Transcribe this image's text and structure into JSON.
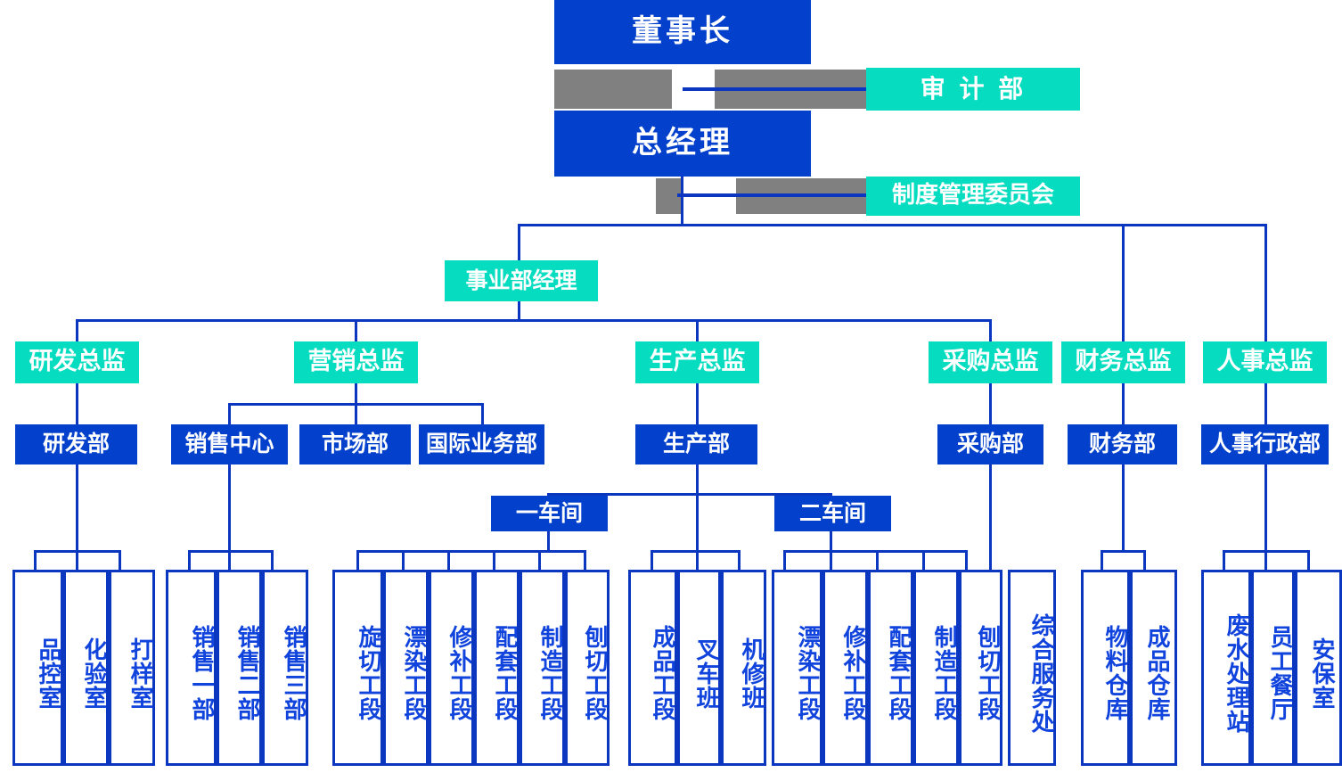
{
  "chart": {
    "title_chairman": "董事长",
    "title_gm": "总经理",
    "staff": {
      "audit": "审 计 部",
      "system_committee": "制度管理委员会"
    },
    "division_manager": "事业部经理",
    "directors": [
      {
        "label": "研发总监"
      },
      {
        "label": "营销总监"
      },
      {
        "label": "生产总监"
      },
      {
        "label": "采购总监"
      },
      {
        "label": "财务总监"
      },
      {
        "label": "人事总监"
      }
    ],
    "departments": [
      {
        "label": "研发部"
      },
      {
        "label": "销售中心"
      },
      {
        "label": "市场部"
      },
      {
        "label": "国际业务部"
      },
      {
        "label": "生产部"
      },
      {
        "label": "采购部"
      },
      {
        "label": "财务部"
      },
      {
        "label": "人事行政部"
      }
    ],
    "workshops": [
      {
        "label": "一车间"
      },
      {
        "label": "二车间"
      }
    ],
    "leaf_groups": [
      {
        "name": "rd-leaves",
        "items": [
          "品控室",
          "化验室",
          "打样室"
        ]
      },
      {
        "name": "sales-leaves",
        "items": [
          "销售一部",
          "销售二部",
          "销售三部"
        ]
      },
      {
        "name": "workshop1-leaves",
        "items": [
          "旋切工段",
          "漂染工段",
          "修补工段",
          "配套工段",
          "制造工段",
          "刨切工段"
        ]
      },
      {
        "name": "production-leaves",
        "items": [
          "成品工段",
          "叉车班",
          "机修班"
        ]
      },
      {
        "name": "workshop2-leaves",
        "items": [
          "漂染工段",
          "修补工段",
          "配套工段",
          "制造工段",
          "刨切工段"
        ]
      },
      {
        "name": "service-leaves",
        "items": [
          "综合服务处"
        ]
      },
      {
        "name": "purchase-leaves",
        "items": [
          "物料仓库",
          "成品仓库"
        ]
      },
      {
        "name": "hr-leaves",
        "items": [
          "废水处理站",
          "员工餐厅",
          "安保室"
        ]
      }
    ],
    "colors": {
      "blue": "#0340cc",
      "teal": "#05dcc0",
      "gray": "#808080",
      "line": "#0a36c0",
      "leaf_text": "#1144dd"
    }
  }
}
